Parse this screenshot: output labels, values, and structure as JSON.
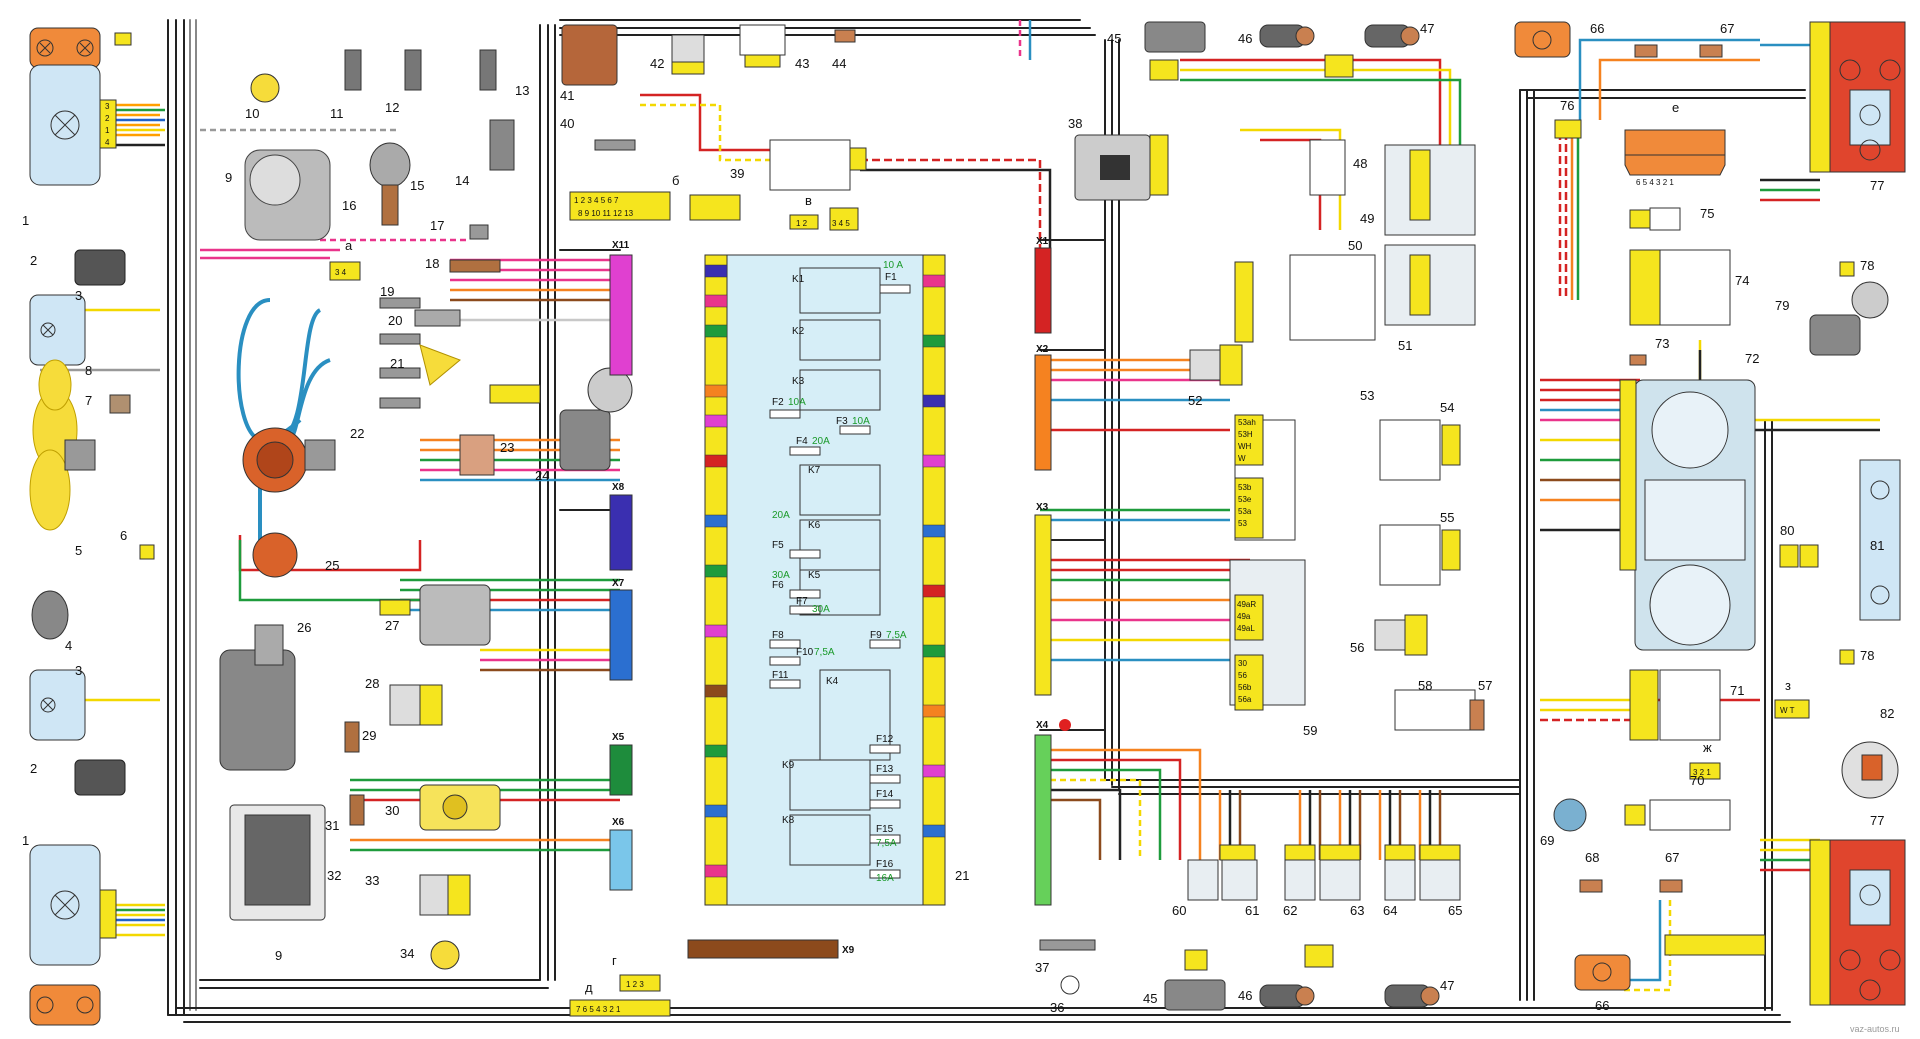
{
  "watermark": "vaz-autos.ru",
  "colors": {
    "harness": "#222222",
    "lamp_orange": "#f08a3a",
    "lamp_blue": "#cfe6f5",
    "connector_yellow": "#f5e51e",
    "fuse_block": "#d6eef7",
    "tail_red": "#e0452d",
    "fan_yellow": "#f6dc3a",
    "ignition_orange": "#d9622a"
  },
  "labels": {
    "left": [
      "1",
      "2",
      "3",
      "8",
      "7",
      "5",
      "6",
      "4",
      "3",
      "2",
      "1",
      "9",
      "9"
    ],
    "engine": [
      "10",
      "11",
      "12",
      "13",
      "16",
      "15",
      "14",
      "17",
      "18",
      "19",
      "20",
      "21",
      "22",
      "23",
      "24",
      "25",
      "26",
      "27",
      "28",
      "29",
      "30",
      "31",
      "32",
      "33",
      "34"
    ],
    "top": [
      "41",
      "40",
      "42",
      "43",
      "44",
      "39",
      "38",
      "45",
      "46",
      "47",
      "48",
      "49",
      "50",
      "51",
      "52",
      "53",
      "54",
      "55",
      "56",
      "57",
      "58",
      "59"
    ],
    "lower": [
      "60",
      "61",
      "62",
      "63",
      "64",
      "65",
      "45",
      "46",
      "47",
      "36",
      "37"
    ],
    "right": [
      "66",
      "67",
      "76",
      "75",
      "74",
      "73",
      "72",
      "71",
      "70",
      "69",
      "68",
      "67",
      "66",
      "77",
      "78",
      "79",
      "80",
      "81",
      "78",
      "82",
      "77"
    ],
    "sections": [
      "а",
      "б",
      "в",
      "г",
      "д",
      "е",
      "ж",
      "з"
    ],
    "fuse_block_no": "21"
  },
  "fuse_block": {
    "relays": [
      "K1",
      "K2",
      "K3",
      "K4",
      "K5",
      "K6",
      "K7",
      "K8",
      "K9"
    ],
    "fuses": [
      {
        "name": "F1",
        "rating": "10 A"
      },
      {
        "name": "F2",
        "rating": "10A"
      },
      {
        "name": "F3",
        "rating": "10A"
      },
      {
        "name": "F4",
        "rating": "20A"
      },
      {
        "name": "F5",
        "rating": "20A"
      },
      {
        "name": "F6",
        "rating": "30A"
      },
      {
        "name": "F7",
        "rating": "30A"
      },
      {
        "name": "F8",
        "rating": ""
      },
      {
        "name": "F9",
        "rating": "7,5A"
      },
      {
        "name": "F10",
        "rating": "7,5A"
      },
      {
        "name": "F11",
        "rating": ""
      },
      {
        "name": "F12",
        "rating": ""
      },
      {
        "name": "F13",
        "rating": ""
      },
      {
        "name": "F14",
        "rating": ""
      },
      {
        "name": "F15",
        "rating": "7,5A"
      },
      {
        "name": "F16",
        "rating": "16A"
      }
    ]
  },
  "connectors": [
    "X1",
    "X2",
    "X3",
    "X4",
    "X5",
    "X6",
    "X7",
    "X8",
    "X9",
    "X11"
  ],
  "switch_terminals": [
    "53ah",
    "53H",
    "WH",
    "W",
    "53b",
    "53e",
    "53a",
    "53",
    "49aR",
    "49a",
    "49aL",
    "56",
    "56b",
    "56a",
    "30"
  ],
  "pin_rows": {
    "a": "3 4",
    "b_top": "1 2 3 4 5 6 7",
    "b_bottom": "8 9 10 11 12 13",
    "v_top": "1 2",
    "v_bottom": "3 4 5",
    "g": "1 2 3",
    "d": "7 6 5 4 3 2 1",
    "e": "6 5 4 3 2 1",
    "zh": "3 2 1",
    "z": "W T"
  }
}
